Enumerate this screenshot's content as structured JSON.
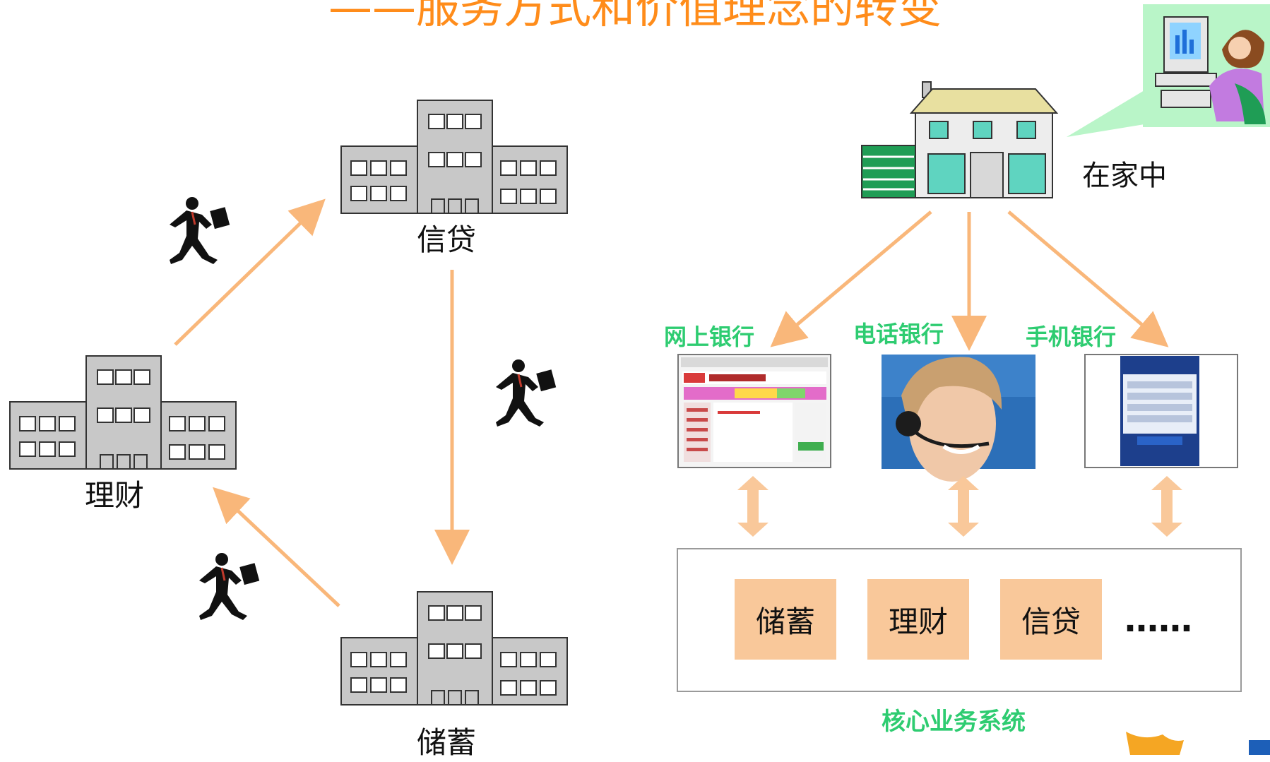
{
  "title": "——服务方式和价值理念的转变",
  "left": {
    "branches": [
      {
        "id": "credit",
        "label": "信贷"
      },
      {
        "id": "wealth",
        "label": "理财"
      },
      {
        "id": "savings",
        "label": "储蓄"
      }
    ]
  },
  "right": {
    "home_label": "在家中",
    "channels": [
      {
        "label": "网上银行"
      },
      {
        "label": "电话银行"
      },
      {
        "label": "手机银行"
      }
    ],
    "core": {
      "label": "核心业务系统",
      "modules": [
        "储蓄",
        "理财",
        "信贷",
        "……"
      ]
    }
  },
  "colors": {
    "accent": "#ff8c1a",
    "arrow": "#f9b77a",
    "channel_text": "#2ecc71",
    "module_fill": "#f9c89a",
    "building": "#c8c8c8"
  }
}
